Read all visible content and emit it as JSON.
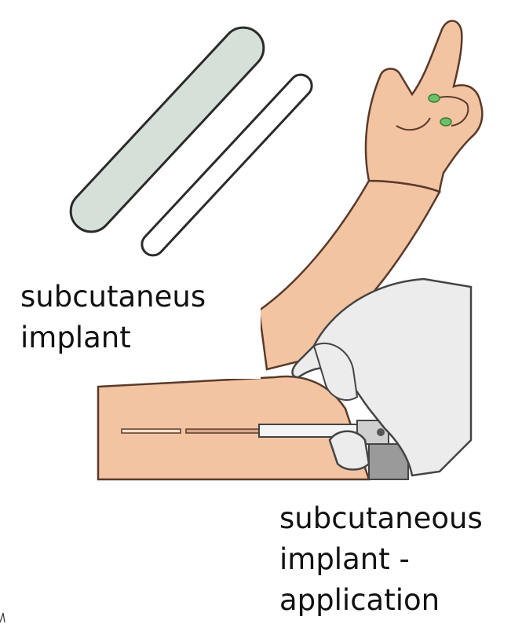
{
  "labels": {
    "implant": {
      "line1": "subcutaneus",
      "line2": "implant"
    },
    "application": {
      "line1": "subcutaneous",
      "line2": "implant -",
      "line3": "application"
    }
  },
  "colors": {
    "skin": "#f2c4a2",
    "skin_outline": "#5a3a2a",
    "implant_fill": "#d5e0d8",
    "implant_outline": "#2b2b2b",
    "glove": "#ececec",
    "glove_outline": "#444444",
    "nail": "#6fbf6a",
    "applicator_dark": "#555555",
    "applicator_light": "#9a9a9a"
  },
  "icons": {
    "arm": "forearm-with-raised-hand",
    "implant_filled": "implant-rod-filled",
    "implant_outline": "implant-rod-outline",
    "gloved_hand": "gloved-hand-icon",
    "applicator": "applicator-syringe-icon"
  }
}
